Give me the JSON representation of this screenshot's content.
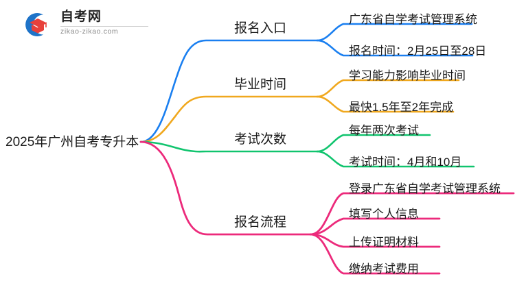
{
  "logo": {
    "name_cn": "自考网",
    "domain": "zikao-zikao.com",
    "mark_colors": {
      "ring": "#1e73c8",
      "cap": "#e8403a"
    }
  },
  "mindmap": {
    "root": {
      "label": "2025年广州自考专升本"
    },
    "branches": [
      {
        "label": "报名入口",
        "color": "#1a7ff0",
        "leaves": [
          "广东省自学考试管理系统",
          "报名时间：2月25日至28日"
        ]
      },
      {
        "label": "毕业时间",
        "color": "#f0a81e",
        "leaves": [
          "学习能力影响毕业时间",
          "最快1.5年至2年完成"
        ]
      },
      {
        "label": "考试次数",
        "color": "#10c46e",
        "leaves": [
          "每年两次考试",
          "考试时间：4月和10月"
        ]
      },
      {
        "label": "报名流程",
        "color": "#ec2a7b",
        "leaves": [
          "登录广东省自学考试管理系统",
          "填写个人信息",
          "上传证明材料",
          "缴纳考试费用"
        ]
      }
    ]
  }
}
